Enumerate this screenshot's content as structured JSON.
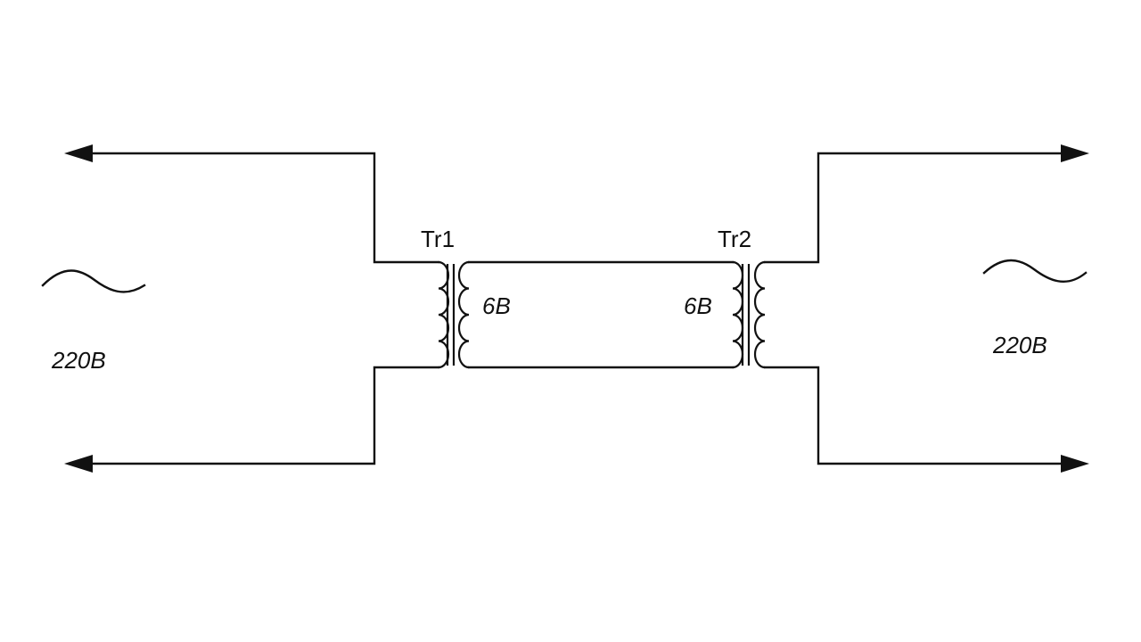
{
  "labels": {
    "tr1": "Tr1",
    "tr2": "Tr2",
    "left_voltage": "220B",
    "right_voltage": "220B",
    "tr1_secondary": "6B",
    "tr2_secondary": "6B"
  }
}
